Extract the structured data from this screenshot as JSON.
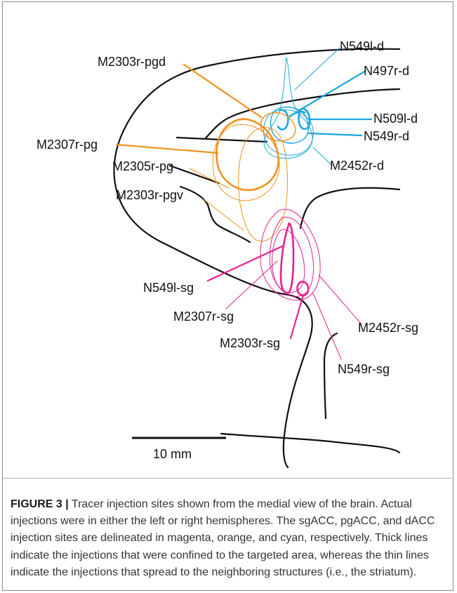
{
  "figure": {
    "colors": {
      "outline": "#111111",
      "dACC": "#1aa7dc",
      "pgACC": "#f0921e",
      "sgACC": "#e3238f"
    },
    "labels": {
      "n549l_d": "N549l-d",
      "n497r_d": "N497r-d",
      "n509l_d": "N509l-d",
      "n549r_d": "N549r-d",
      "m2452r_d": "M2452r-d",
      "m2303r_pgd": "M2303r-pgd",
      "m2307r_pg": "M2307r-pg",
      "m2305r_pg": "M2305r-pg",
      "m2303r_pgv": "M2303r-pgv",
      "n549l_sg": "N549l-sg",
      "m2307r_sg": "M2307r-sg",
      "m2303r_sg": "M2303r-sg",
      "m2452r_sg": "M2452r-sg",
      "n549r_sg": "N549r-sg"
    },
    "scale_bar_label": "10 mm"
  },
  "caption": {
    "label": "FIGURE 3",
    "separator": "|",
    "text": "Tracer injection sites shown from the medial view of the brain. Actual injections were in either the left or right hemispheres. The sgACC, pgACC, and dACC injection sites are delineated in magenta, orange, and cyan, respectively. Thick lines indicate the injections that were confined to the targeted area, whereas the thin lines indicate the injections that spread to the neighboring structures (i.e., the striatum)."
  }
}
